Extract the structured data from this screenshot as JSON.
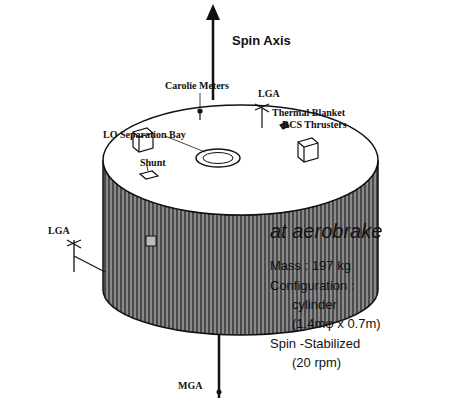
{
  "diagram": {
    "labels": [
      "Spin Axis",
      "Carolie Meters",
      "LGA",
      "Thermal Blanket",
      "RCS Thrusters",
      "LO Separation Bay",
      "Shunt",
      "LGA",
      "MGA",
      "at aerobrake",
      "Mass : 197 kg",
      "Configuration :",
      "cylinder",
      "(1.4mφ x 0.7m)",
      "Spin -Stabilized",
      "(20 rpm)"
    ]
  }
}
